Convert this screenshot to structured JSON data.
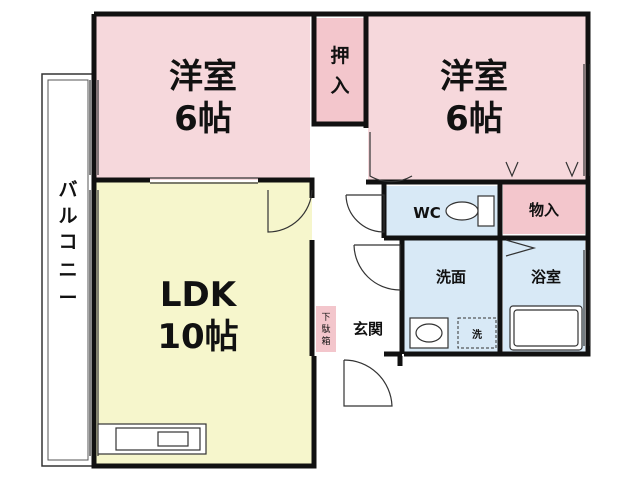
{
  "colors": {
    "western_room": "#f6d8dc",
    "ldk": "#f6f6cc",
    "closet": "#f3c6cc",
    "wet_area": "#d8e9f6",
    "wall": "#111111"
  },
  "rooms": {
    "western_left": {
      "name": "洋室",
      "size": "6帖"
    },
    "western_right": {
      "name": "洋室",
      "size": "6帖"
    },
    "oshiire": {
      "label_1": "押",
      "label_2": "入"
    },
    "monoire": {
      "label": "物入"
    },
    "ldk": {
      "name": "LDK",
      "size": "10帖"
    },
    "wc": {
      "label": "WC"
    },
    "senmen": {
      "label": "洗面"
    },
    "bath": {
      "label": "浴室"
    },
    "genkan": {
      "label": "玄関"
    },
    "getabako": {
      "chars": [
        "下",
        "駄",
        "箱"
      ]
    },
    "washer": {
      "label": "洗"
    },
    "balcony": {
      "chars": [
        "バ",
        "ル",
        "コ",
        "ニ",
        "ー"
      ]
    }
  },
  "icons": {
    "toilet": "toilet-icon",
    "washbasin": "washbasin-icon",
    "bathtub": "bathtub-icon",
    "kitchen": "kitchen-counter-icon",
    "door_swing": "door-swing-icon"
  }
}
